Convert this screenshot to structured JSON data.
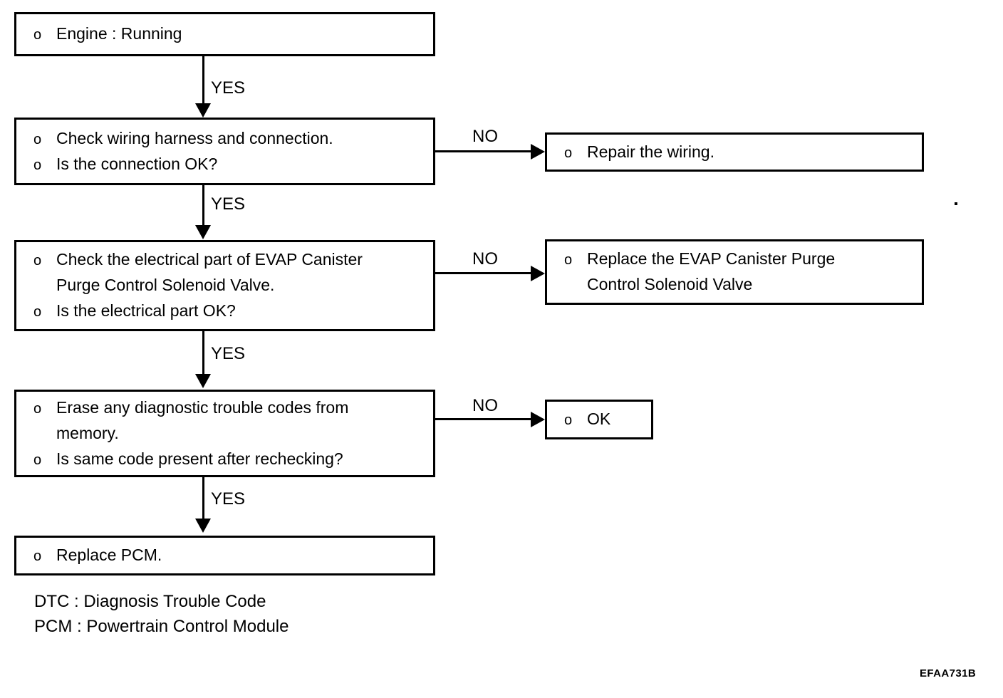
{
  "figure": {
    "code": "EFAA731B",
    "bullet_glyph": "o"
  },
  "nodes": {
    "engine": {
      "lines": [
        "Engine : Running"
      ]
    },
    "check_wiring": {
      "lines": [
        "Check wiring harness and connection.",
        "Is the connection OK?"
      ]
    },
    "repair_wiring": {
      "lines": [
        "Repair the wiring."
      ]
    },
    "check_electrical": {
      "lines": [
        "Check the electrical part of EVAP Canister",
        "Purge Control Solenoid Valve.",
        "Is the electrical part OK?"
      ]
    },
    "replace_valve": {
      "lines": [
        "Replace the EVAP Canister Purge",
        "Control Solenoid Valve"
      ]
    },
    "erase_codes": {
      "lines": [
        "Erase any diagnostic trouble codes from",
        "memory.",
        "Is same code present after rechecking?"
      ]
    },
    "ok": {
      "lines": [
        "OK"
      ]
    },
    "replace_pcm": {
      "lines": [
        "Replace PCM."
      ]
    }
  },
  "edges": {
    "engine_to_wiring": "YES",
    "wiring_to_repair": "NO",
    "wiring_to_electrical": "YES",
    "electrical_to_replace": "NO",
    "electrical_to_erase": "YES",
    "erase_to_ok": "NO",
    "erase_to_pcm": "YES"
  },
  "legend": {
    "dtc": "DTC : Diagnosis Trouble Code",
    "pcm": "PCM : Powertrain Control Module"
  }
}
